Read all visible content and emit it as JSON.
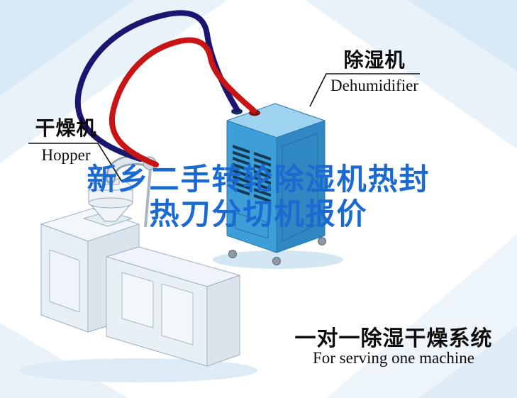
{
  "labels": {
    "dehumidifier": {
      "zh": "除湿机",
      "en": "Dehumidifier"
    },
    "hopper": {
      "zh": "干燥机",
      "en": "Hopper"
    }
  },
  "title": {
    "line1": "新乡二手转轮除湿机热封",
    "line2": "热刀分切机报价",
    "color": "#1b6ad2"
  },
  "caption": {
    "zh": "一对一除湿干燥系统",
    "en": "For serving one machine"
  },
  "colors": {
    "pipe_hot": "#c81414",
    "pipe_cold": "#1b1670",
    "dehumidifier_front": "#3e9fd8",
    "dehumidifier_top": "#9ed3f0",
    "dehumidifier_side": "#2f88c2",
    "background_tint": "#d9e9f5"
  }
}
